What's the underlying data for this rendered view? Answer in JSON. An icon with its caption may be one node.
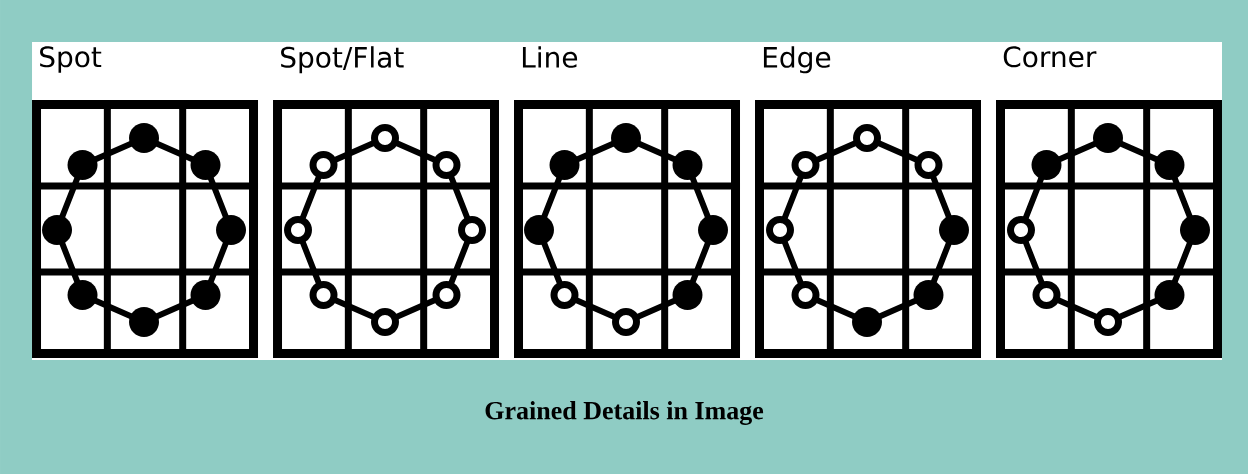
{
  "diagram": {
    "caption": "Grained Details in Image",
    "nodes": [
      {
        "text": [
          "Spot"
        ]
      },
      {
        "text": [
          "Spot/Flat"
        ]
      },
      {
        "text": [
          "Line"
        ]
      },
      {
        "text": [
          "Edge"
        ]
      },
      {
        "text": [
          "Corner"
        ]
      }
    ]
  }
}
